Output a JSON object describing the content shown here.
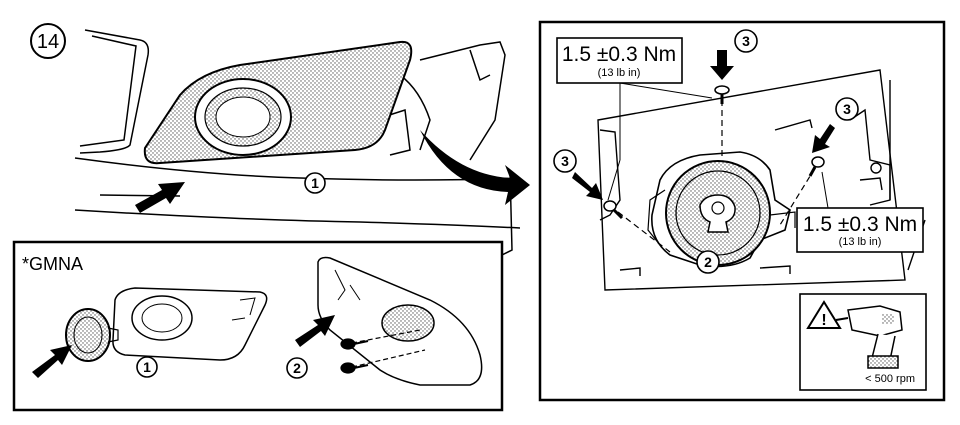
{
  "step_number": "14",
  "inset_label": "*GMNA",
  "torque_top": {
    "value": "1.5 ±0.3 Nm",
    "imperial": "(13 lb in)"
  },
  "torque_right": {
    "value": "1.5 ±0.3 Nm",
    "imperial": "(13 lb in)"
  },
  "tool_note": "< 500 rpm",
  "callouts": {
    "main_bezel": "1",
    "bulb": "2",
    "screw_top": "3",
    "screw_right": "3",
    "screw_left": "3",
    "inset_bezel": "1",
    "inset_screws": "2"
  },
  "icons": [
    "warning-icon",
    "drill-icon"
  ]
}
